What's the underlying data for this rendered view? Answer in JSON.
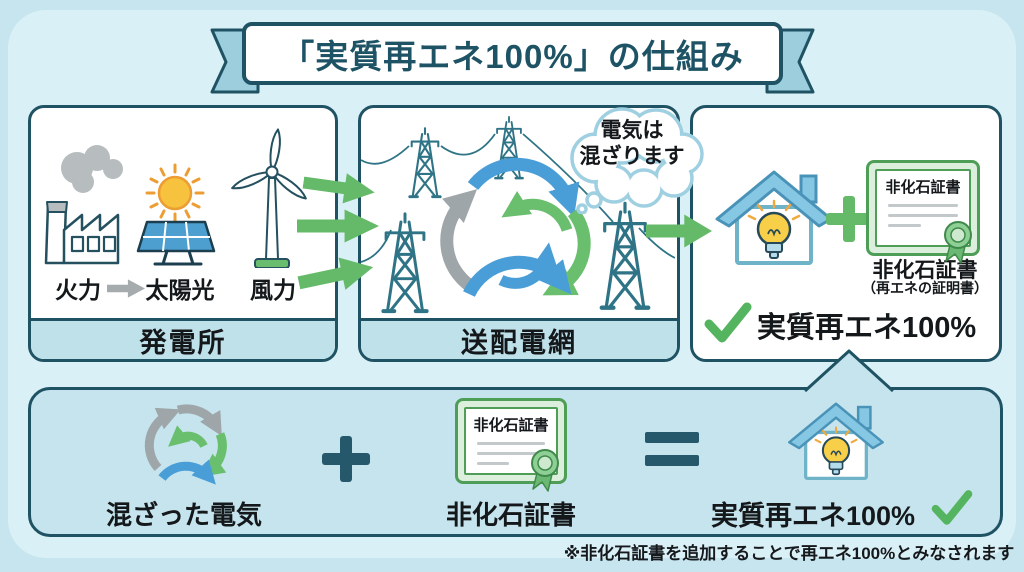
{
  "title": "「実質再エネ100%」の仕組み",
  "power_box": {
    "label": "発電所",
    "thermal": "火力",
    "solar": "太陽光",
    "wind": "風力"
  },
  "grid_box": {
    "label": "送配電網",
    "bubble": {
      "line1": "電気は",
      "line2": "混ざります"
    }
  },
  "result_box": {
    "plus": "+",
    "certificate_title": "非化石証書",
    "certificate_caption": "非化石証書",
    "certificate_subcaption": "（再エネの証明書）",
    "result": "実質再エネ100%"
  },
  "equation_box": {
    "mixed_label": "混ざった電気",
    "plus": "+",
    "certificate_title": "非化石証書",
    "certificate_caption": "非化石証書",
    "equals": "=",
    "result": "実質再エネ100%"
  },
  "footnote": "※非化石証書を追加することで再エネ100%とみなされます",
  "colors": {
    "background": "#c6e5ef",
    "panel_background": "#daf0f7",
    "outline_teal": "#1f5364",
    "accent_green": "#65ba6a",
    "check_green": "#55b45f",
    "arrow_blue": "#4a9ed8",
    "arrow_gray": "#9fa6a9",
    "box_label_fill": "#bfe1ea",
    "equation_fill": "#c5e4ed"
  }
}
